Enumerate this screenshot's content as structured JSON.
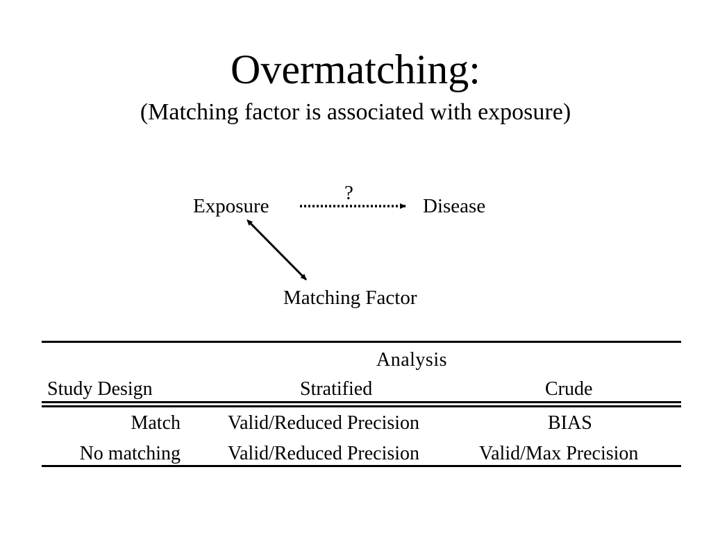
{
  "slide": {
    "title": "Overmatching:",
    "subtitle": "(Matching factor is associated with exposure)"
  },
  "diagram": {
    "nodes": {
      "exposure": "Exposure",
      "disease": "Disease",
      "matching_factor": "Matching Factor"
    },
    "edges": [
      {
        "from": "Exposure",
        "to": "Disease",
        "style": "dotted",
        "direction": "one-way",
        "label": "?"
      },
      {
        "from": "Exposure",
        "to": "Matching Factor",
        "style": "solid",
        "direction": "two-way",
        "label": ""
      }
    ]
  },
  "table": {
    "group_header": "Analysis",
    "columns": [
      "Study Design",
      "Stratified",
      "Crude"
    ],
    "rows": [
      [
        "Match",
        "Valid/Reduced Precision",
        "BIAS"
      ],
      [
        "No matching",
        "Valid/Reduced Precision",
        "Valid/Max Precision"
      ]
    ]
  }
}
